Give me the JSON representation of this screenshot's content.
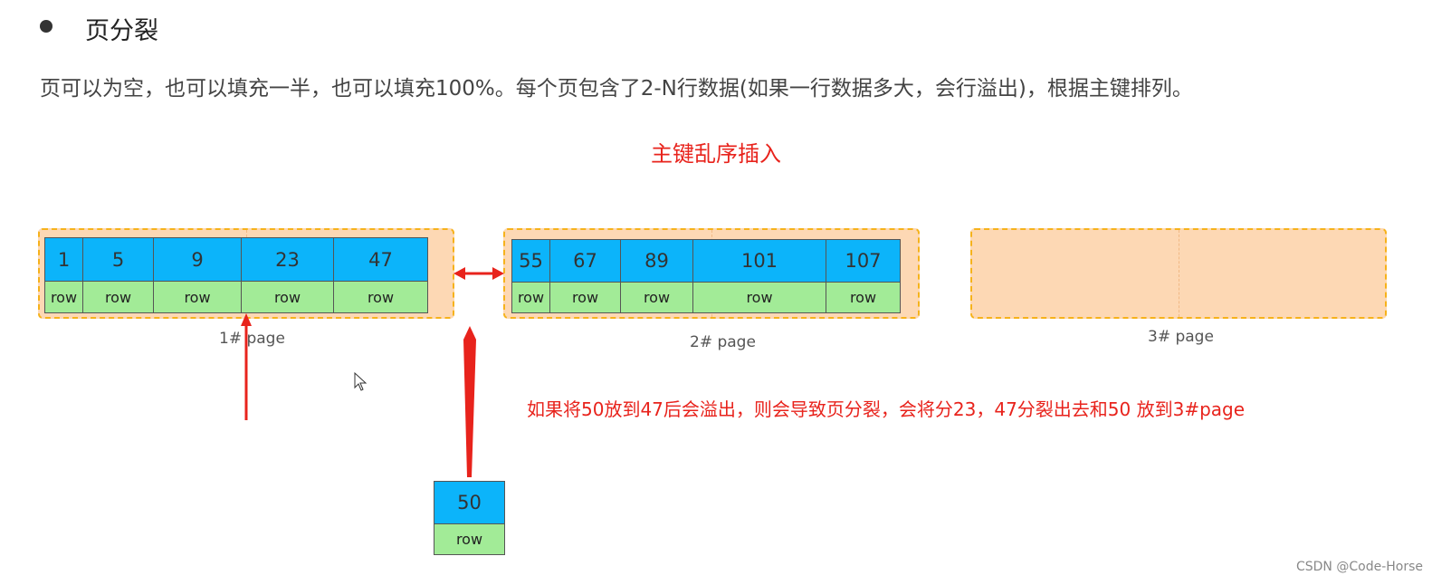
{
  "heading": {
    "title": "页分裂"
  },
  "description": "页可以为空，也可以填充一半，也可以填充100%。每个页包含了2-N行数据(如果一行数据多大，会行溢出)，根据主键排列。",
  "diagram": {
    "title": "主键乱序插入",
    "pages": [
      {
        "label": "1#  page",
        "keys": [
          "1",
          "5",
          "9",
          "23",
          "47"
        ],
        "row_label": "row"
      },
      {
        "label": "2#  page",
        "keys": [
          "55",
          "67",
          "89",
          "101",
          "107"
        ],
        "row_label": "row"
      },
      {
        "label": "3#  page",
        "keys": []
      }
    ],
    "new_record": {
      "key": "50",
      "row_label": "row"
    },
    "note": "如果将50放到47后会溢出，则会导致页分裂，会将分23，47分裂出去和50 放到3#page"
  },
  "watermark": "CSDN @Code-Horse",
  "colors": {
    "key_cell": "#0cb4fa",
    "row_cell": "#a2eb97",
    "page_fill": "#fdd8b4",
    "page_border": "#f6b21b",
    "annotation": "#e8231c"
  }
}
